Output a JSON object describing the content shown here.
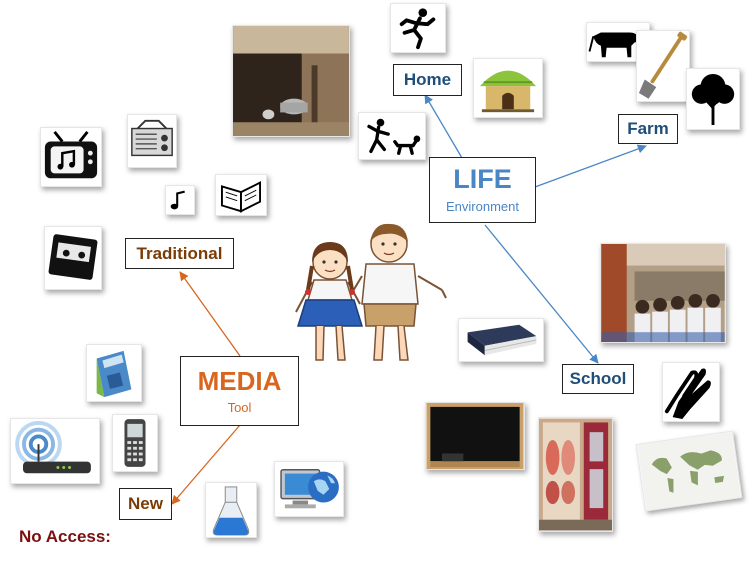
{
  "life": {
    "title": "LIFE",
    "subtitle": "Environment"
  },
  "media": {
    "title": "MEDIA",
    "subtitle": "Tool"
  },
  "branches": {
    "home": "Home",
    "farm": "Farm",
    "school": "School",
    "traditional": "Traditional",
    "new": "New"
  },
  "footer": {
    "no_access": "No Access:"
  },
  "colors": {
    "life_blue": "#4a86c5",
    "media_orange": "#d9661f",
    "label_navy": "#1f4e79",
    "label_brown": "#7a3c06",
    "footer_maroon": "#7b1010"
  },
  "icons": [
    "village-hut-photo-icon",
    "running-figure-icon",
    "grass-hut-icon",
    "child-with-dog-icon",
    "cow-icon",
    "shovel-icon",
    "tree-icon",
    "television-icon",
    "radio-icon",
    "music-note-icon",
    "open-book-icon",
    "cassette-tape-icon",
    "schoolchildren-photo-icon",
    "closed-book-icon",
    "praying-hands-icon",
    "desktop-tower-icon",
    "mobile-phone-icon",
    "wireless-router-icon",
    "chalkboard-icon",
    "anatomy-chart-icon",
    "lab-flask-icon",
    "computer-globe-icon",
    "world-map-icon",
    "two-children-icon"
  ]
}
